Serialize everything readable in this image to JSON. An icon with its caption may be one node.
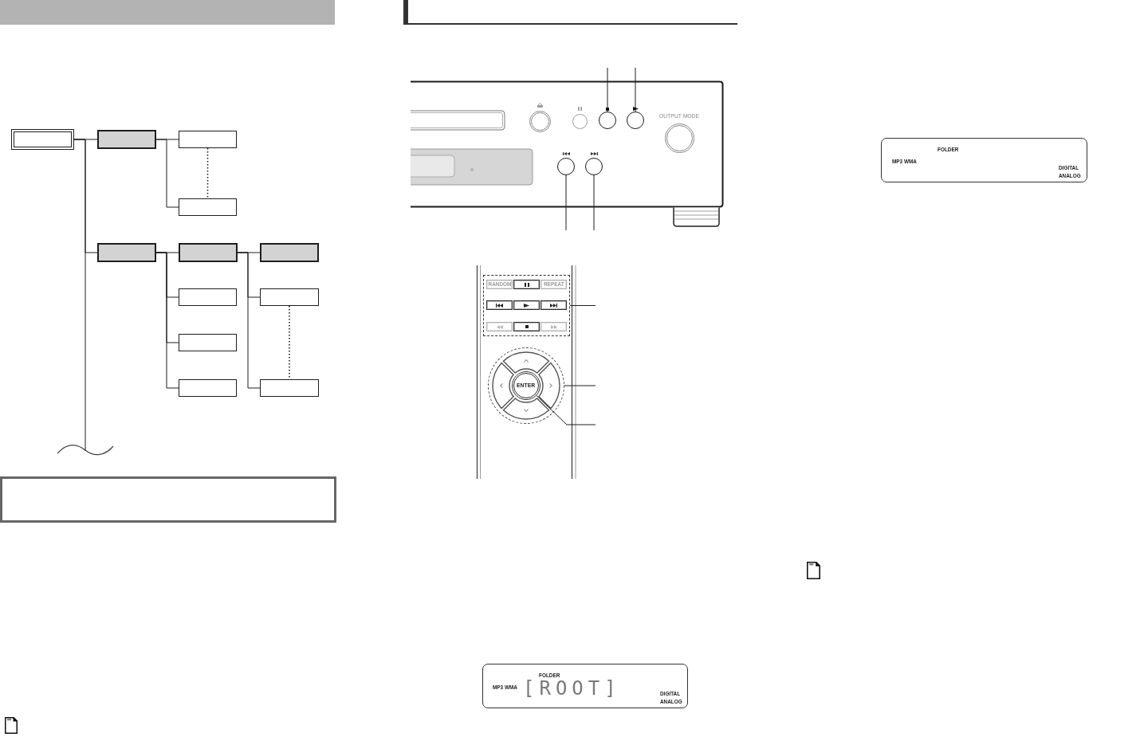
{
  "diagram": {
    "nodes": [
      {
        "text": [],
        "shape": "box"
      },
      {
        "text": [],
        "shape": "box"
      },
      {
        "text": [],
        "shape": "box"
      },
      {
        "text": [],
        "shape": "box"
      },
      {
        "text": [],
        "shape": "box"
      },
      {
        "text": [],
        "shape": "box"
      },
      {
        "text": [],
        "shape": "box"
      },
      {
        "text": [],
        "shape": "box"
      },
      {
        "text": [],
        "shape": "box"
      },
      {
        "text": [],
        "shape": "box"
      },
      {
        "text": [],
        "shape": "box"
      },
      {
        "text": [],
        "shape": "box"
      },
      {
        "text": [],
        "shape": "circle"
      },
      {
        "text": [],
        "shape": "circle"
      },
      {
        "text": [],
        "shape": "circle"
      },
      {
        "text": [],
        "shape": "circle"
      },
      {
        "text": [],
        "shape": "circle"
      },
      {
        "text": [],
        "shape": "circle"
      },
      {
        "text": [],
        "shape": "circle"
      },
      {
        "text": [],
        "shape": "box"
      },
      {
        "text": [
          "RANDOM"
        ],
        "in": 19
      },
      {
        "text": [],
        "shape": "box",
        "in": 19
      },
      {
        "text": [
          "REPEAT"
        ],
        "in": 19
      },
      {
        "text": [],
        "shape": "box",
        "in": 19
      },
      {
        "text": [],
        "shape": "box",
        "in": 19
      },
      {
        "text": [],
        "shape": "box",
        "in": 19
      },
      {
        "text": [],
        "shape": "box",
        "in": 19
      },
      {
        "text": [],
        "shape": "box",
        "in": 19
      },
      {
        "text": [],
        "shape": "box",
        "in": 19
      },
      {
        "text": [],
        "shape": "circle"
      },
      {
        "text": [
          "ENTER"
        ],
        "in": 29
      },
      {
        "text": [
          "FOLDER",
          "MP3 WMA",
          "[ROOT]",
          "DIGITAL",
          "ANALOG"
        ]
      },
      {
        "text": [
          "FOLDER",
          "MP3 WMA",
          "DIGITAL",
          "ANALOG"
        ]
      },
      {
        "text": [],
        "shape": "box"
      }
    ],
    "edges": [
      {
        "from": 0,
        "to": 1,
        "arrow": "none"
      },
      {
        "from": 0,
        "to": 4,
        "arrow": "none"
      },
      {
        "from": 0,
        "to": null,
        "arrow": "none"
      },
      {
        "from": 1,
        "to": 2,
        "arrow": "none"
      },
      {
        "from": 1,
        "to": 3,
        "arrow": "none"
      },
      {
        "from": 2,
        "to": 3,
        "arrow": "none",
        "style": "dashed"
      },
      {
        "from": 4,
        "to": 5,
        "arrow": "none"
      },
      {
        "from": 4,
        "to": 7,
        "arrow": "none"
      },
      {
        "from": 4,
        "to": 8,
        "arrow": "none"
      },
      {
        "from": 4,
        "to": 9,
        "arrow": "none"
      },
      {
        "from": 5,
        "to": 6,
        "arrow": "none"
      },
      {
        "from": 5,
        "to": 10,
        "arrow": "none"
      },
      {
        "from": 5,
        "to": 11,
        "arrow": "none"
      },
      {
        "from": 10,
        "to": 11,
        "arrow": "none",
        "style": "dashed"
      },
      {
        "from": null,
        "to": 14,
        "arrow": "none"
      },
      {
        "from": null,
        "to": 15,
        "arrow": "none"
      },
      {
        "from": null,
        "to": 17,
        "arrow": "none"
      },
      {
        "from": null,
        "to": 18,
        "arrow": "none"
      },
      {
        "from": null,
        "to": 19,
        "arrow": "none"
      },
      {
        "from": null,
        "to": 29,
        "arrow": "none"
      },
      {
        "from": null,
        "to": 30,
        "arrow": "none"
      }
    ],
    "labels": [
      "OUTPUT MODE"
    ]
  }
}
